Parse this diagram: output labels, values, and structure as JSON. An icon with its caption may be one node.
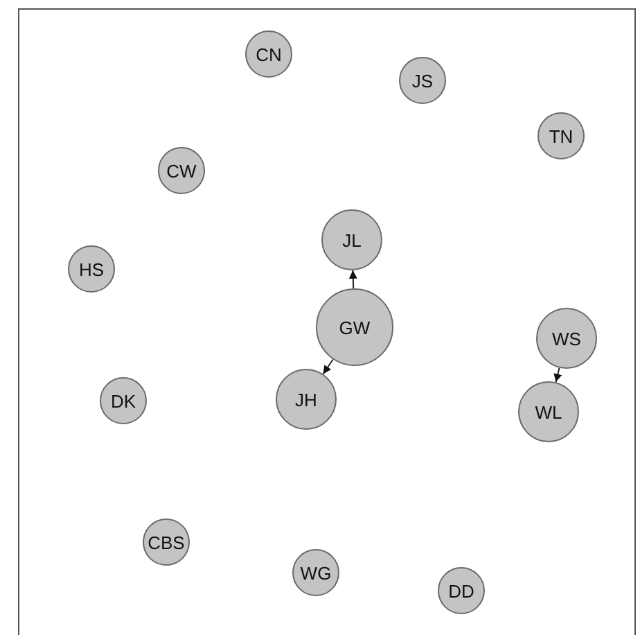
{
  "diagram": {
    "nodes": [
      {
        "text": [
          "CN"
        ]
      },
      {
        "text": [
          "JS"
        ]
      },
      {
        "text": [
          "TN"
        ]
      },
      {
        "text": [
          "CW"
        ]
      },
      {
        "text": [
          "JL"
        ]
      },
      {
        "text": [
          "HS"
        ]
      },
      {
        "text": [
          "GW"
        ]
      },
      {
        "text": [
          "WS"
        ]
      },
      {
        "text": [
          "DK"
        ]
      },
      {
        "text": [
          "JH"
        ]
      },
      {
        "text": [
          "WL"
        ]
      },
      {
        "text": [
          "CBS"
        ]
      },
      {
        "text": [
          "WG"
        ]
      },
      {
        "text": [
          "DD"
        ]
      }
    ],
    "edges": [
      {
        "from": 6,
        "to": 4,
        "arrow": "to"
      },
      {
        "from": 6,
        "to": 9,
        "arrow": "to"
      },
      {
        "from": 7,
        "to": 10,
        "arrow": "to"
      }
    ]
  }
}
